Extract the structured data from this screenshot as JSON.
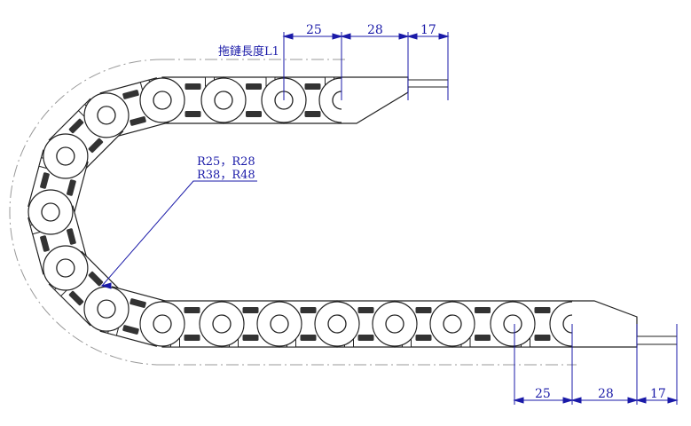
{
  "drawing": {
    "chain_length_label": "拖鏈長度L1",
    "radius_label_1": "R25，R28",
    "radius_label_2": "R38，R48",
    "top_dims": [
      "25",
      "28",
      "17"
    ],
    "bottom_dims": [
      "25",
      "28",
      "17"
    ],
    "colors": {
      "outline": "#222222",
      "dimension": "#1a1aa8",
      "centerline": "#999999"
    }
  }
}
